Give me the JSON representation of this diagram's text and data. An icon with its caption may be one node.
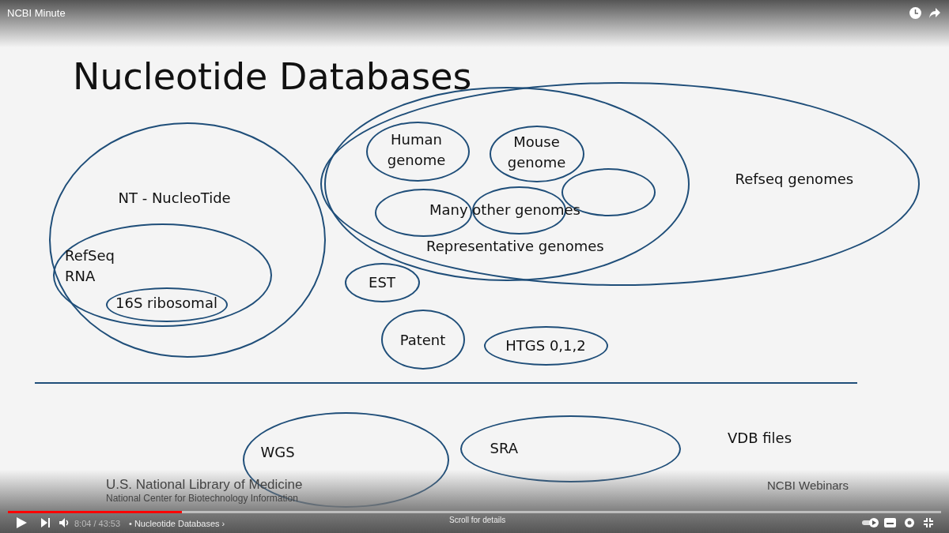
{
  "diagram": {
    "title": "Nucleotide Databases",
    "nodes": [
      {
        "text": [
          "Refseq genomes"
        ]
      },
      {
        "text": [
          "Representative genomes"
        ],
        "in": 0
      },
      {
        "text": [
          "Human genome"
        ],
        "in": 1
      },
      {
        "text": [
          "Mouse genome"
        ],
        "in": 1
      },
      {
        "text": [],
        "shape": "circle",
        "in": 1
      },
      {
        "text": [],
        "shape": "circle",
        "in": 1
      },
      {
        "text": [],
        "shape": "circle",
        "in": 1
      },
      {
        "text": [
          "NT - NucleoTide"
        ]
      },
      {
        "text": [
          "RefSeq RNA"
        ],
        "in": 7
      },
      {
        "text": [
          "16S ribosomal"
        ],
        "in": 8
      },
      {
        "text": [
          "EST"
        ]
      },
      {
        "text": [
          "Patent"
        ]
      },
      {
        "text": [
          "HTGS 0,1,2"
        ]
      },
      {
        "text": [
          "WGS"
        ]
      },
      {
        "text": [
          "SRA"
        ]
      }
    ],
    "edges": [],
    "labels": [
      "NCBI Minute",
      "Many other genomes",
      "VDB files",
      "U.S. National Library of Medicine",
      "National Center for Biotechnology Information",
      "NCBI Webinars",
      "8:04 / 43:53",
      "• Nucleotide Databases ›",
      "Scroll for details"
    ]
  }
}
